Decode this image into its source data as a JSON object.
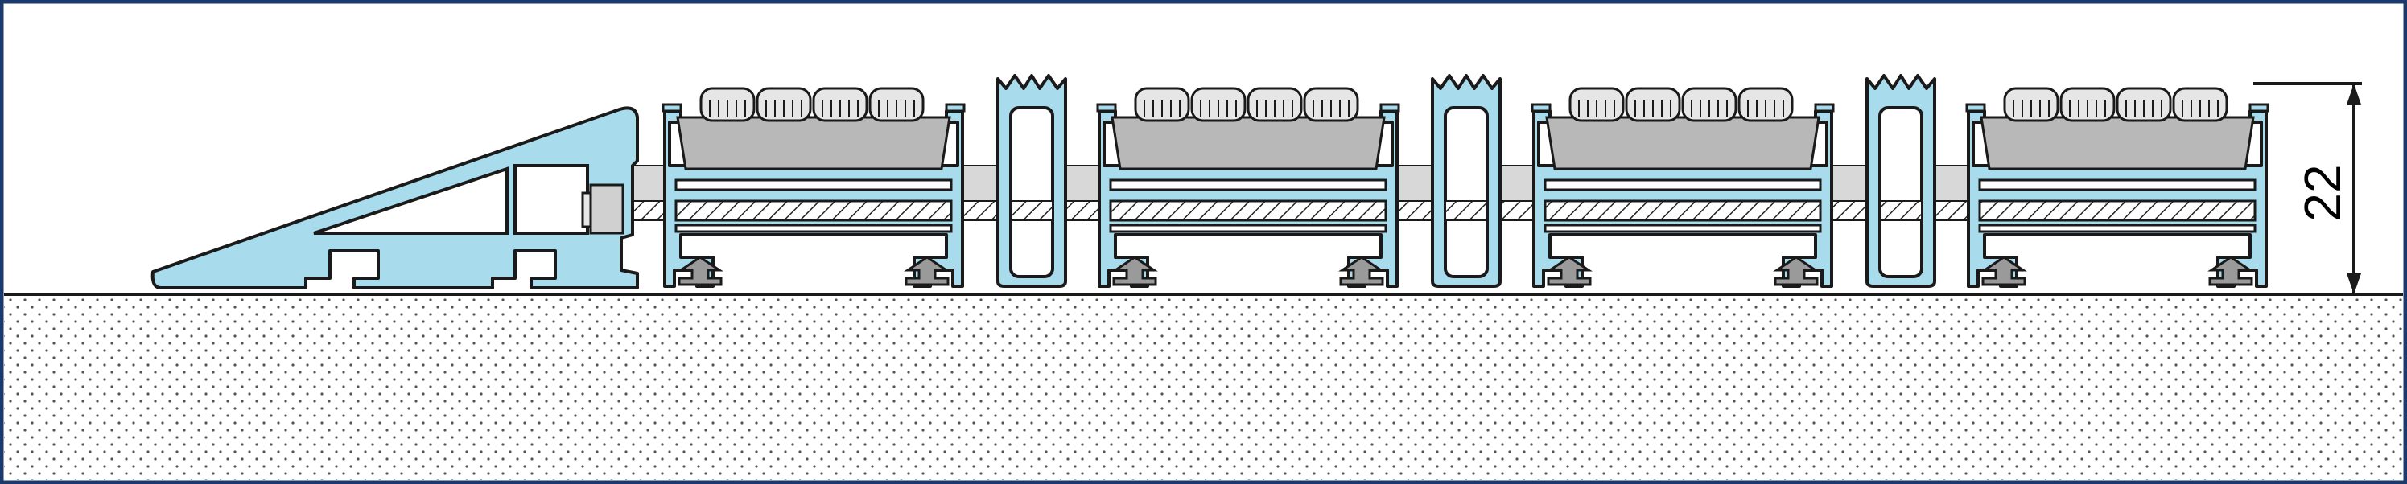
{
  "diagram": {
    "dimension": {
      "value": "22"
    },
    "colors": {
      "frame": "#1b3a6b",
      "profile_fill": "#a8dcec",
      "profile_stroke": "#1a1a1a",
      "insert_fill": "#b8b8b8",
      "tube_fill": "#d8d8d8",
      "anchor_fill": "#9a9a9a",
      "ground_dot": "#555555"
    },
    "modules": [
      {
        "name": "ramp"
      },
      {
        "name": "tread-module-1"
      },
      {
        "name": "spacer-1"
      },
      {
        "name": "tread-module-2"
      },
      {
        "name": "spacer-2"
      },
      {
        "name": "tread-module-3"
      },
      {
        "name": "spacer-3"
      },
      {
        "name": "tread-module-4"
      }
    ]
  }
}
